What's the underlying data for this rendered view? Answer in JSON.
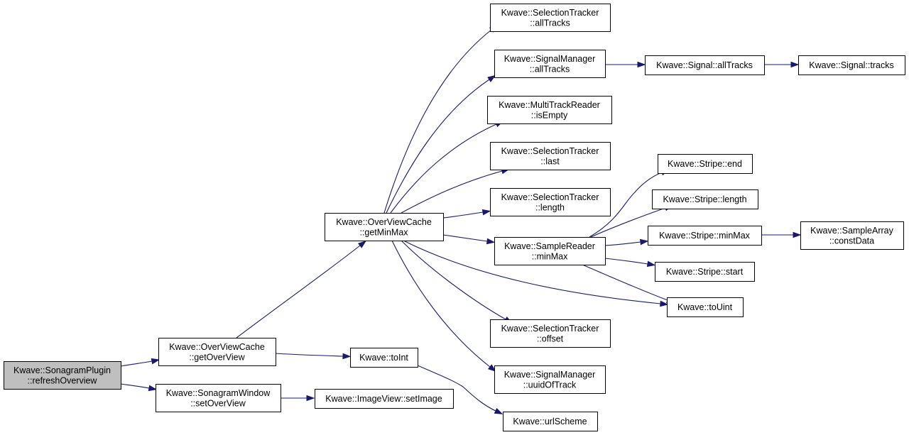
{
  "graph": {
    "colors": {
      "edge": "#191970",
      "root_fill": "#bfbfbf",
      "node_fill": "#ffffff",
      "border": "#000000"
    },
    "nodes": [
      {
        "id": "refreshOverview",
        "lines": [
          "Kwave::SonagramPlugin",
          "::refreshOverview"
        ],
        "root": true
      },
      {
        "id": "getOverView",
        "lines": [
          "Kwave::OverViewCache",
          "::getOverView"
        ]
      },
      {
        "id": "setOverView",
        "lines": [
          "Kwave::SonagramWindow",
          "::setOverView"
        ]
      },
      {
        "id": "getMinMax",
        "lines": [
          "Kwave::OverViewCache",
          "::getMinMax"
        ]
      },
      {
        "id": "toInt",
        "lines": [
          "Kwave::toInt"
        ]
      },
      {
        "id": "setImage",
        "lines": [
          "Kwave::ImageView::setImage"
        ]
      },
      {
        "id": "urlScheme",
        "lines": [
          "Kwave::urlScheme"
        ]
      },
      {
        "id": "st_allTracks",
        "lines": [
          "Kwave::SelectionTracker",
          "::allTracks"
        ]
      },
      {
        "id": "sm_allTracks",
        "lines": [
          "Kwave::SignalManager",
          "::allTracks"
        ]
      },
      {
        "id": "mtr_isEmpty",
        "lines": [
          "Kwave::MultiTrackReader",
          "::isEmpty"
        ]
      },
      {
        "id": "st_last",
        "lines": [
          "Kwave::SelectionTracker",
          "::last"
        ]
      },
      {
        "id": "st_length",
        "lines": [
          "Kwave::SelectionTracker",
          "::length"
        ]
      },
      {
        "id": "sr_minMax",
        "lines": [
          "Kwave::SampleReader",
          "::minMax"
        ]
      },
      {
        "id": "st_offset",
        "lines": [
          "Kwave::SelectionTracker",
          "::offset"
        ]
      },
      {
        "id": "sm_uuidOfTrack",
        "lines": [
          "Kwave::SignalManager",
          "::uuidOfTrack"
        ]
      },
      {
        "id": "sig_allTracks",
        "lines": [
          "Kwave::Signal::allTracks"
        ]
      },
      {
        "id": "sig_tracks",
        "lines": [
          "Kwave::Signal::tracks"
        ]
      },
      {
        "id": "stripe_end",
        "lines": [
          "Kwave::Stripe::end"
        ]
      },
      {
        "id": "stripe_length",
        "lines": [
          "Kwave::Stripe::length"
        ]
      },
      {
        "id": "stripe_minMax",
        "lines": [
          "Kwave::Stripe::minMax"
        ]
      },
      {
        "id": "stripe_start",
        "lines": [
          "Kwave::Stripe::start"
        ]
      },
      {
        "id": "toUint",
        "lines": [
          "Kwave::toUint"
        ]
      },
      {
        "id": "sa_constData",
        "lines": [
          "Kwave::SampleArray",
          "::constData"
        ]
      }
    ],
    "edges": [
      {
        "from": "refreshOverview",
        "to": "getOverView"
      },
      {
        "from": "refreshOverview",
        "to": "setOverView"
      },
      {
        "from": "getOverView",
        "to": "getMinMax"
      },
      {
        "from": "getOverView",
        "to": "toInt"
      },
      {
        "from": "setOverView",
        "to": "setImage"
      },
      {
        "from": "toInt",
        "to": "urlScheme"
      },
      {
        "from": "getMinMax",
        "to": "st_allTracks"
      },
      {
        "from": "getMinMax",
        "to": "sm_allTracks"
      },
      {
        "from": "getMinMax",
        "to": "mtr_isEmpty"
      },
      {
        "from": "getMinMax",
        "to": "st_last"
      },
      {
        "from": "getMinMax",
        "to": "st_length"
      },
      {
        "from": "getMinMax",
        "to": "sr_minMax"
      },
      {
        "from": "getMinMax",
        "to": "toUint"
      },
      {
        "from": "getMinMax",
        "to": "st_offset"
      },
      {
        "from": "getMinMax",
        "to": "sm_uuidOfTrack"
      },
      {
        "from": "sm_allTracks",
        "to": "sig_allTracks"
      },
      {
        "from": "sig_allTracks",
        "to": "sig_tracks"
      },
      {
        "from": "sr_minMax",
        "to": "stripe_end"
      },
      {
        "from": "sr_minMax",
        "to": "stripe_length"
      },
      {
        "from": "sr_minMax",
        "to": "stripe_minMax"
      },
      {
        "from": "sr_minMax",
        "to": "stripe_start"
      },
      {
        "from": "sr_minMax",
        "to": "toUint"
      },
      {
        "from": "stripe_minMax",
        "to": "sa_constData"
      }
    ]
  }
}
